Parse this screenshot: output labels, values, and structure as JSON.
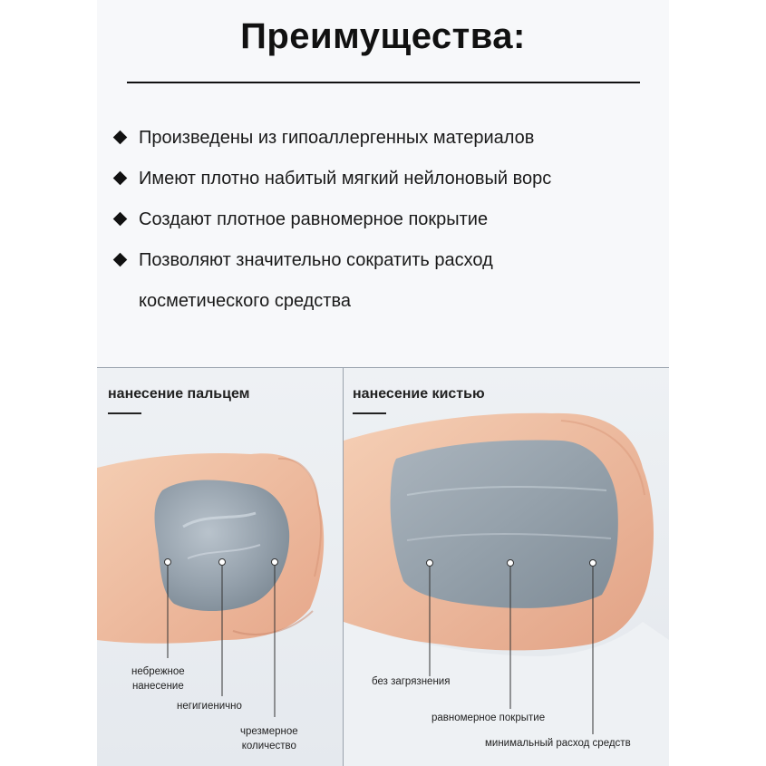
{
  "header": {
    "title": "Преимущества:"
  },
  "benefits": [
    "Произведены из гипоаллергенных материалов",
    "Имеют плотно набитый мягкий нейлоновый ворс",
    "Создают плотное равномерное покрытие",
    "Позволяют значительно сократить расход",
    "косметического средства"
  ],
  "left_panel": {
    "title": "нанесение пальцем",
    "labels": {
      "careless_line1": "небрежное",
      "careless_line2": "нанесение",
      "unhygienic": "негигиенично",
      "excessive_line1": "чрезмерное",
      "excessive_line2": "количество"
    }
  },
  "right_panel": {
    "title": "нанесение кистью",
    "labels": {
      "clean": "без загрязнения",
      "even": "равномерное покрытие",
      "minimal": "минимальный расход средств"
    }
  },
  "colors": {
    "skin": "#f0c1a3",
    "skin_shadow": "#d9977a",
    "mask": "#8f9aa5",
    "mask_light": "#b7c0c8",
    "text": "#111111"
  }
}
